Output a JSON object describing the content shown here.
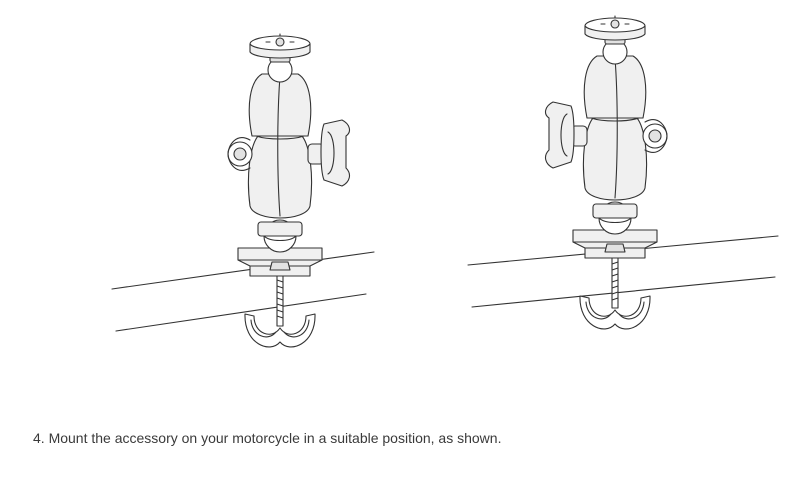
{
  "caption": "4. Mount the accessory on your motorcycle in a suitable position, as shown.",
  "figures": [
    {
      "id": "left",
      "icon": "mount-on-handlebar-knob-right-illustration"
    },
    {
      "id": "right",
      "icon": "mount-on-handlebar-knob-left-illustration"
    }
  ],
  "colors": {
    "line": "#333333",
    "text": "#3a3a3a",
    "fill": "#f0f0f0"
  }
}
